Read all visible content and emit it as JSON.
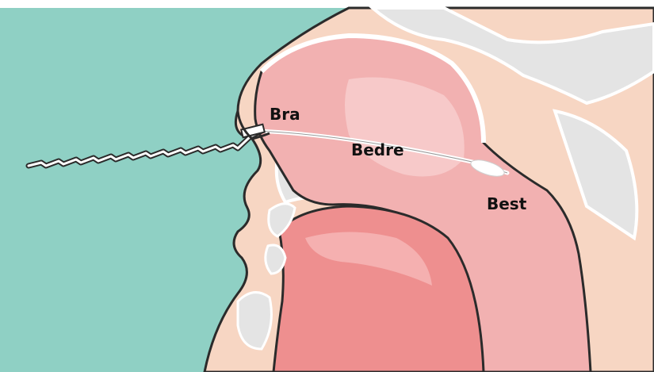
{
  "labels": {
    "good": "Bra",
    "better": "Bedre",
    "best": "Best"
  },
  "colors": {
    "background_teal": "#8fd0c4",
    "skin": "#f7d6c3",
    "tissue_pink": "#f2b1b1",
    "mucosa_light": "#f7c9c9",
    "mouth_red": "#ee8f8f",
    "bone_gray": "#e4e4e4",
    "outline": "#2b2b2b",
    "swab": "#ffffff"
  },
  "icons": {
    "swab": "nasal-swab-icon"
  }
}
